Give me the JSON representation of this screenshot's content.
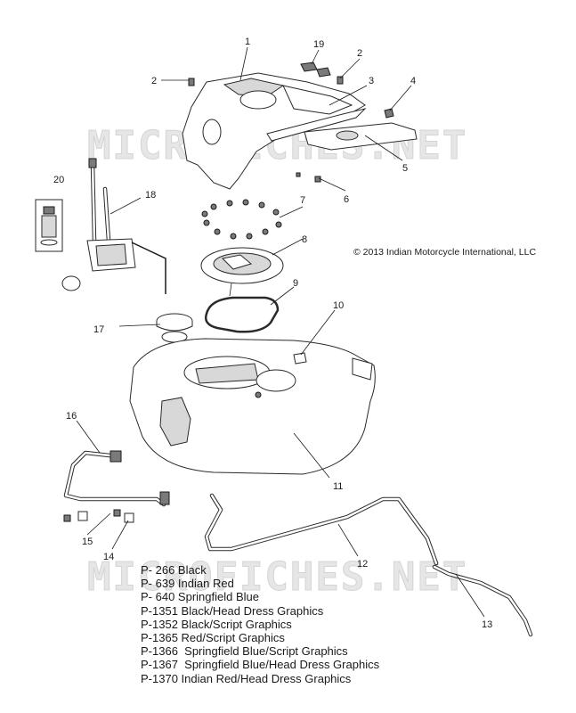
{
  "watermark": "MICROFICHES.NET",
  "copyright": "© 2013 Indian Motorcycle International, LLC",
  "callouts": [
    "1",
    "2",
    "2",
    "3",
    "4",
    "5",
    "6",
    "7",
    "8",
    "9",
    "10",
    "11",
    "12",
    "13",
    "14",
    "15",
    "16",
    "17",
    "18",
    "19",
    "20"
  ],
  "legend": [
    "P- 266 Black",
    "P- 639 Indian Red",
    "P- 640 Springfield Blue",
    "P-1351 Black/Head Dress Graphics",
    "P-1352 Black/Script Graphics",
    "P-1365 Red/Script Graphics",
    "P-1366  Springfield Blue/Script Graphics",
    "P-1367  Springfield Blue/Head Dress Graphics",
    "P-1370 Indian Red/Head Dress Graphics"
  ]
}
